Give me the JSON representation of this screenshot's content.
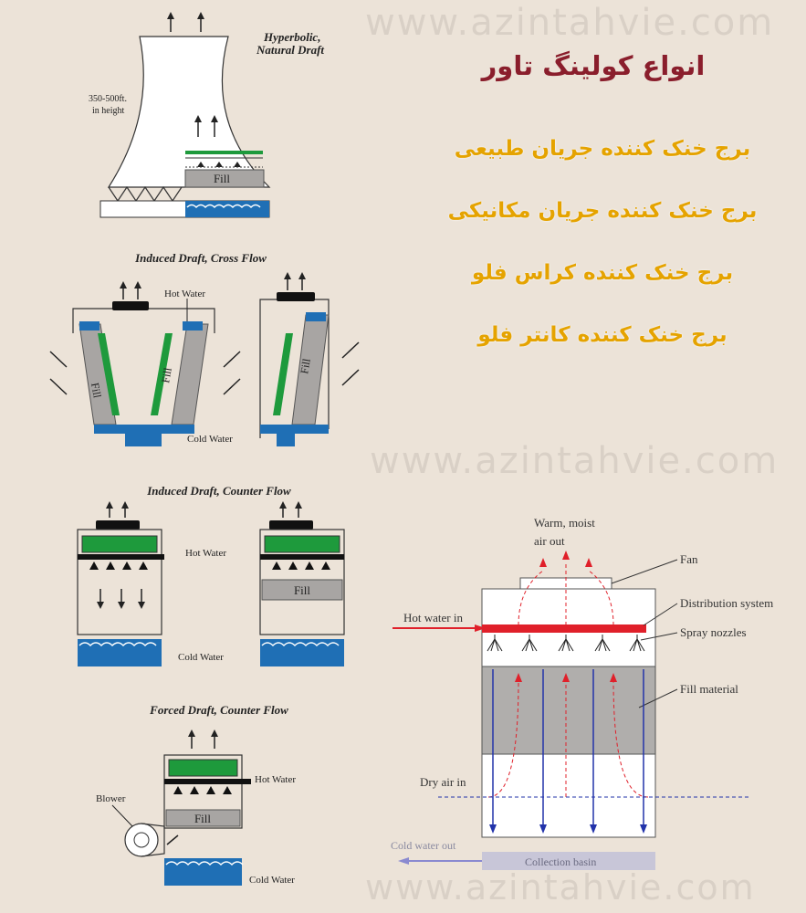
{
  "watermark": "www.azintahvie.com",
  "heading": {
    "title": "انواع کولینگ تاور",
    "types": [
      "برج خنک کننده جریان طبیعی",
      "برج خنک کننده جریان مکانیکی",
      "برج خنک کننده کراس فلو",
      "برج خنک کننده کانتر فلو"
    ]
  },
  "hyperbolic": {
    "title_line1": "Hyperbolic,",
    "title_line2": "Natural Draft",
    "height_line1": "350-500ft.",
    "height_line2": "in height",
    "fill": "Fill"
  },
  "crossflow": {
    "title": "Induced Draft, Cross Flow",
    "hot_water": "Hot Water",
    "cold_water": "Cold Water",
    "fill": "Fill"
  },
  "counterflow": {
    "title": "Induced Draft, Counter Flow",
    "hot_water": "Hot Water",
    "cold_water": "Cold Water",
    "fill": "Fill"
  },
  "forced": {
    "title": "Forced Draft, Counter Flow",
    "hot_water": "Hot Water",
    "blower": "Blower",
    "fill": "Fill",
    "cold_water": "Cold Water"
  },
  "detail": {
    "warm_line1": "Warm, moist",
    "warm_line2": "air out",
    "fan": "Fan",
    "hot_water_in": "Hot water in",
    "distribution": "Distribution system",
    "spray": "Spray nozzles",
    "fill_material": "Fill material",
    "dry_air": "Dry air in",
    "cold_water_out": "Cold water out",
    "collection": "Collection basin"
  },
  "colors": {
    "fill_green": "#1e9a3c",
    "water_blue": "#1f6fb5",
    "hot_red": "#e0202a",
    "title_red": "#8a1e2c",
    "gold": "#e5a300"
  }
}
